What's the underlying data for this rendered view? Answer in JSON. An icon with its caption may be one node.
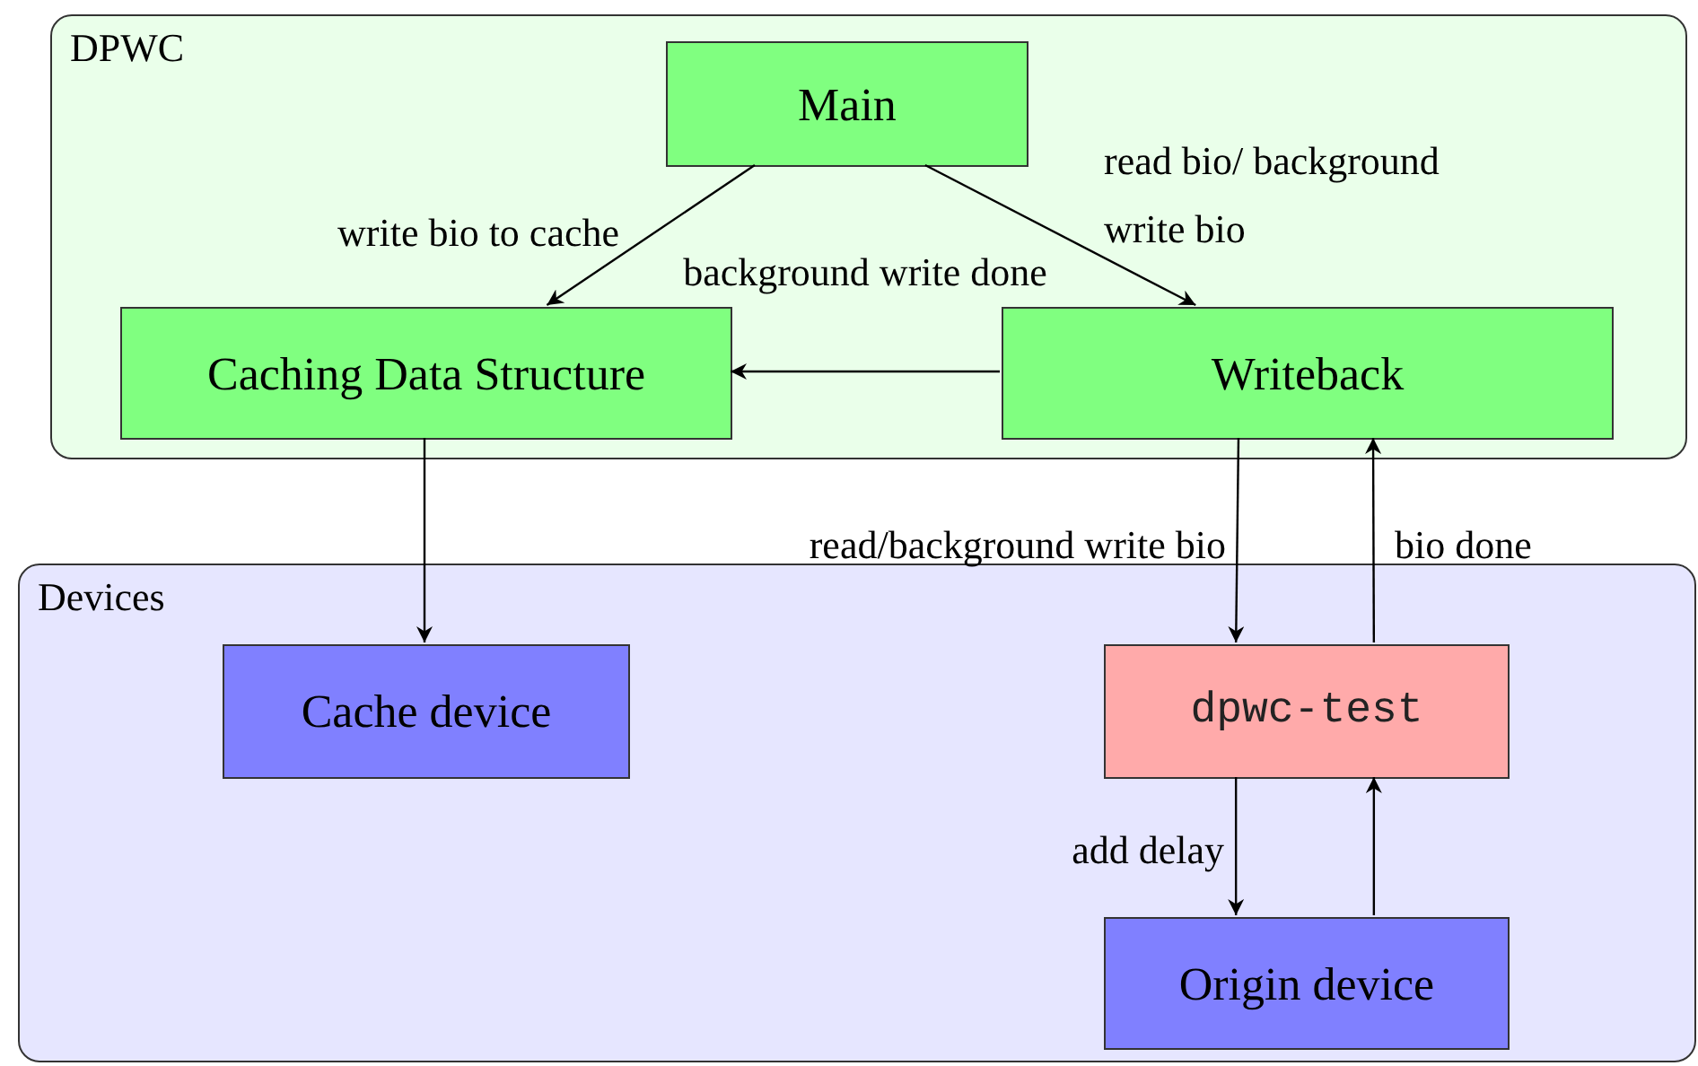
{
  "diagram": {
    "nodes": [
      {
        "text": [
          "DPWC"
        ]
      },
      {
        "text": [
          "Main"
        ],
        "in": 0
      },
      {
        "text": [
          "Caching Data Structure"
        ],
        "in": 0
      },
      {
        "text": [
          "Writeback"
        ],
        "in": 0
      },
      {
        "text": [
          "Devices"
        ]
      },
      {
        "text": [
          "Cache device"
        ],
        "in": 4
      },
      {
        "text": [
          "dpwc-test"
        ],
        "in": 4
      },
      {
        "text": [
          "Origin device"
        ],
        "in": 4
      }
    ],
    "edges": [
      {
        "from": 1,
        "to": 2,
        "arrow": "to",
        "label": "write bio to cache"
      },
      {
        "from": 1,
        "to": 3,
        "arrow": "to",
        "label": "read bio/ background write bio"
      },
      {
        "from": 3,
        "to": 2,
        "arrow": "to",
        "label": "background write done"
      },
      {
        "from": 2,
        "to": 5,
        "arrow": "to"
      },
      {
        "from": 3,
        "to": 6,
        "arrow": "to",
        "label": "read/background write bio"
      },
      {
        "from": 6,
        "to": 3,
        "arrow": "to",
        "label": "bio done"
      },
      {
        "from": 6,
        "to": 7,
        "arrow": "to",
        "label": "add delay"
      },
      {
        "from": 7,
        "to": 6,
        "arrow": "to"
      }
    ]
  }
}
